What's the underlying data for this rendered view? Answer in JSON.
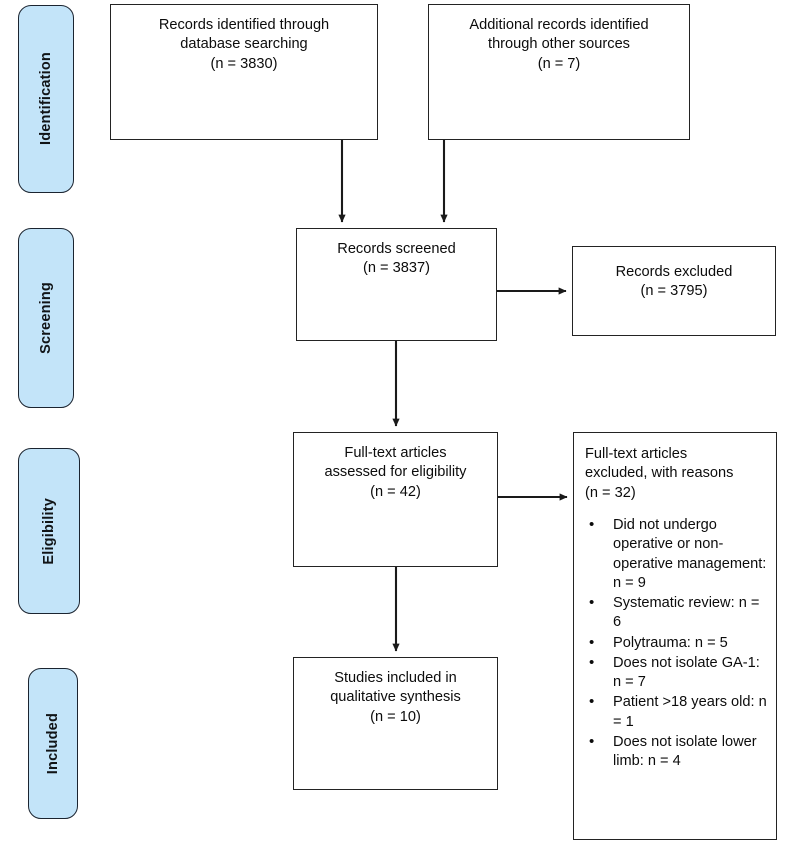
{
  "diagram": {
    "type": "PRISMA flow diagram",
    "stages": [
      {
        "id": "identification",
        "label": "Identification"
      },
      {
        "id": "screening",
        "label": "Screening"
      },
      {
        "id": "eligibility",
        "label": "Eligibility"
      },
      {
        "id": "included",
        "label": "Included"
      }
    ],
    "boxes": {
      "db_search": {
        "line1": "Records identified through",
        "line2": "database searching",
        "line3": "(n = 3830)"
      },
      "other_sources": {
        "line1": "Additional records identified",
        "line2": "through other sources",
        "line3": "(n = 7)"
      },
      "screened": {
        "line1": "Records screened",
        "line2": "(n = 3837)"
      },
      "records_excluded": {
        "line1": "Records excluded",
        "line2": "(n = 3795)"
      },
      "eligibility_assessed": {
        "line1": "Full-text articles",
        "line2": "assessed for eligibility",
        "line3": "(n = 42)"
      },
      "fulltext_excluded": {
        "line1": "Full-text articles",
        "line2": "excluded, with reasons",
        "line3": "(n = 32)",
        "reasons": [
          "Did not undergo operative or non-operative management: n = 9",
          "Systematic review: n = 6",
          "Polytrauma: n = 5",
          "Does not isolate GA-1: n = 7",
          "Patient >18 years old: n = 1",
          "Does not isolate lower limb: n = 4"
        ]
      },
      "included_studies": {
        "line1": "Studies included in",
        "line2": "qualitative synthesis",
        "line3": "(n = 10)"
      }
    },
    "colors": {
      "stage_pill_fill": "#c3e4f9",
      "stage_pill_border": "#1b2430",
      "box_border": "#232323",
      "box_fill": "#ffffff",
      "connector": "#1a1a1a",
      "text": "#0c0c0c"
    }
  },
  "chart_data": {
    "type": "diagram",
    "title": "PRISMA flow diagram",
    "nodes": [
      {
        "id": "db_search",
        "stage": "Identification",
        "label": "Records identified through database searching",
        "n": 3830
      },
      {
        "id": "other_sources",
        "stage": "Identification",
        "label": "Additional records identified through other sources",
        "n": 7
      },
      {
        "id": "screened",
        "stage": "Screening",
        "label": "Records screened",
        "n": 3837
      },
      {
        "id": "records_excluded",
        "stage": "Screening",
        "label": "Records excluded",
        "n": 3795
      },
      {
        "id": "eligibility_assessed",
        "stage": "Eligibility",
        "label": "Full-text articles assessed for eligibility",
        "n": 42
      },
      {
        "id": "fulltext_excluded",
        "stage": "Eligibility",
        "label": "Full-text articles excluded, with reasons",
        "n": 32
      },
      {
        "id": "included_studies",
        "stage": "Included",
        "label": "Studies included in qualitative synthesis",
        "n": 10
      }
    ],
    "edges": [
      {
        "from": "db_search",
        "to": "screened"
      },
      {
        "from": "other_sources",
        "to": "screened"
      },
      {
        "from": "screened",
        "to": "records_excluded"
      },
      {
        "from": "screened",
        "to": "eligibility_assessed"
      },
      {
        "from": "eligibility_assessed",
        "to": "fulltext_excluded"
      },
      {
        "from": "eligibility_assessed",
        "to": "included_studies"
      }
    ],
    "exclusion_reasons": [
      {
        "reason": "Did not undergo operative or non-operative management",
        "n": 9
      },
      {
        "reason": "Systematic review",
        "n": 6
      },
      {
        "reason": "Polytrauma",
        "n": 5
      },
      {
        "reason": "Does not isolate GA-1",
        "n": 7
      },
      {
        "reason": "Patient >18 years old",
        "n": 1
      },
      {
        "reason": "Does not isolate lower limb",
        "n": 4
      }
    ]
  }
}
